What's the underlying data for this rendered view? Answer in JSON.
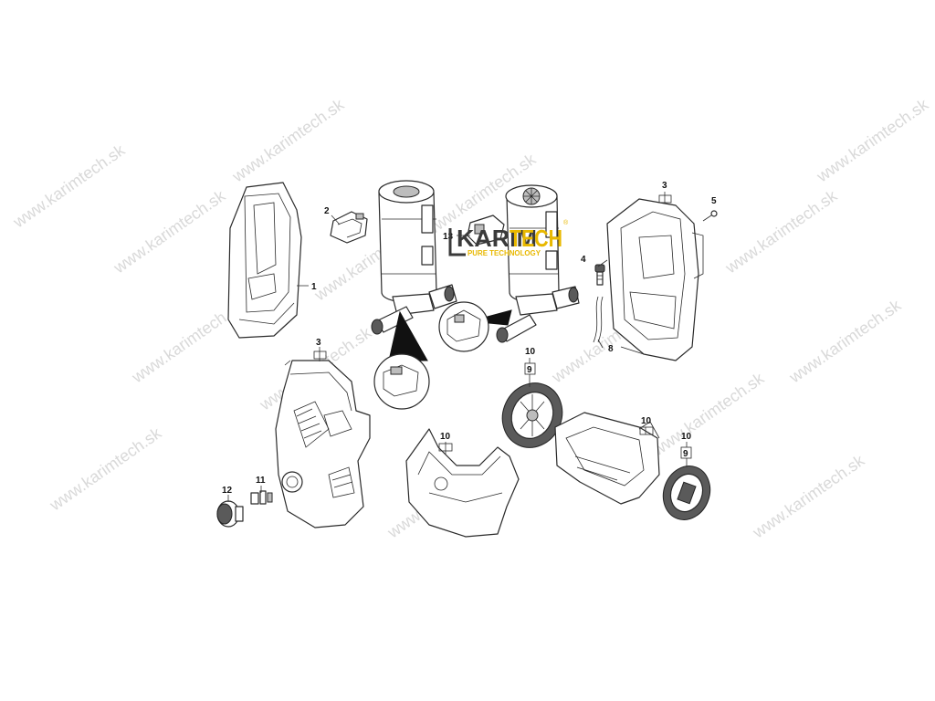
{
  "watermark": {
    "text": "www.karimtech.sk",
    "color": "#d9d9d9"
  },
  "logo": {
    "word_left": "KARIM",
    "word_right": "TECH",
    "tagline": "PURE TECHNOLOGY",
    "trademark": "®",
    "color_dark": "#3a3a3a",
    "color_accent": "#e8b800"
  },
  "callouts": {
    "c1": "1",
    "c2": "2",
    "c3a": "3",
    "c3b": "3",
    "c4": "4",
    "c5": "5",
    "c8": "8",
    "c9a": "9",
    "c9b": "9",
    "c10a": "10",
    "c10b": "10",
    "c10c": "10",
    "c10d": "10",
    "c11": "11",
    "c12": "12",
    "c13": "13"
  }
}
